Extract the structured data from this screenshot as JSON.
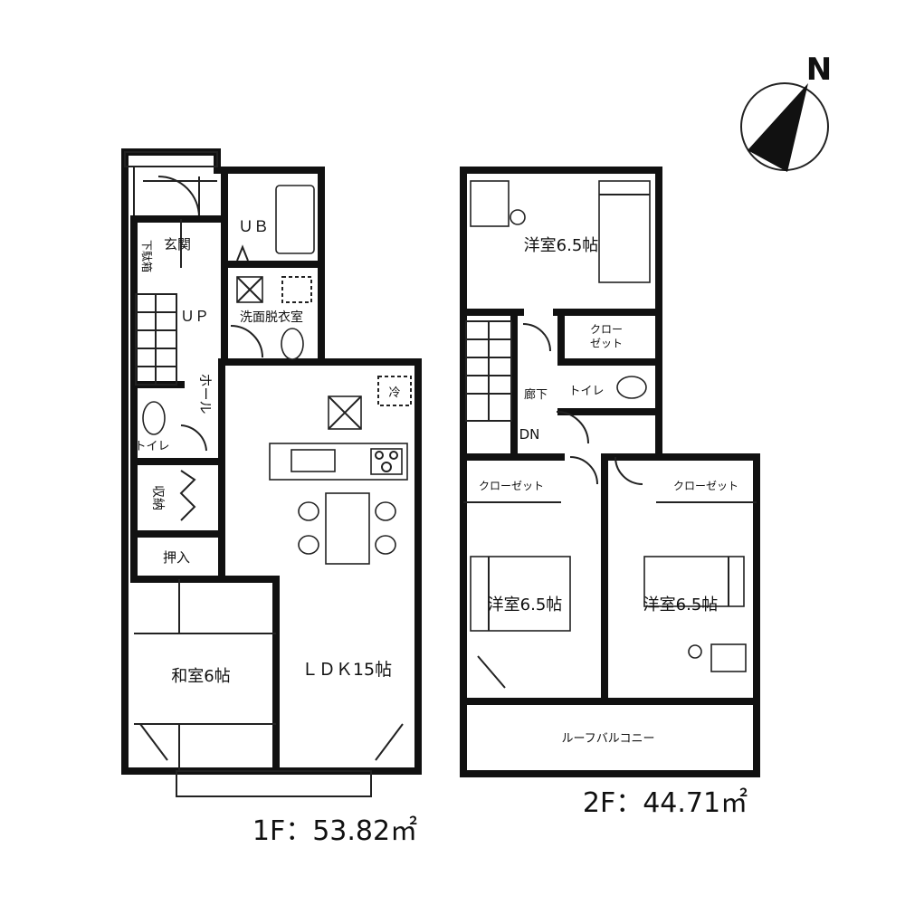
{
  "compass": {
    "label": "N"
  },
  "floor1": {
    "area_label": "1F：53.82㎡",
    "rooms": {
      "genkan": "玄関",
      "getabako": "下駄箱",
      "ub": "ＵＢ",
      "senmen": "洗面脱衣室",
      "up": "ＵＰ",
      "hall": "ホール",
      "toilet": "トイレ",
      "shuno": "収納",
      "oshiire": "押入",
      "washitsu": "和室6帖",
      "ldk": "ＬＤＫ15帖",
      "fridge": "冷"
    }
  },
  "floor2": {
    "area_label": "2F：44.71㎡",
    "rooms": {
      "yoshitsu_top": "洋室6.5帖",
      "closet_top": "クロー\nゼット",
      "toilet": "トイレ",
      "roka": "廊下",
      "dn": "DN",
      "closet_left": "クローゼット",
      "closet_right": "クローゼット",
      "yoshitsu_left": "洋室6.5帖",
      "yoshitsu_right": "洋室6.5帖",
      "balcony": "ルーフバルコニー"
    }
  }
}
